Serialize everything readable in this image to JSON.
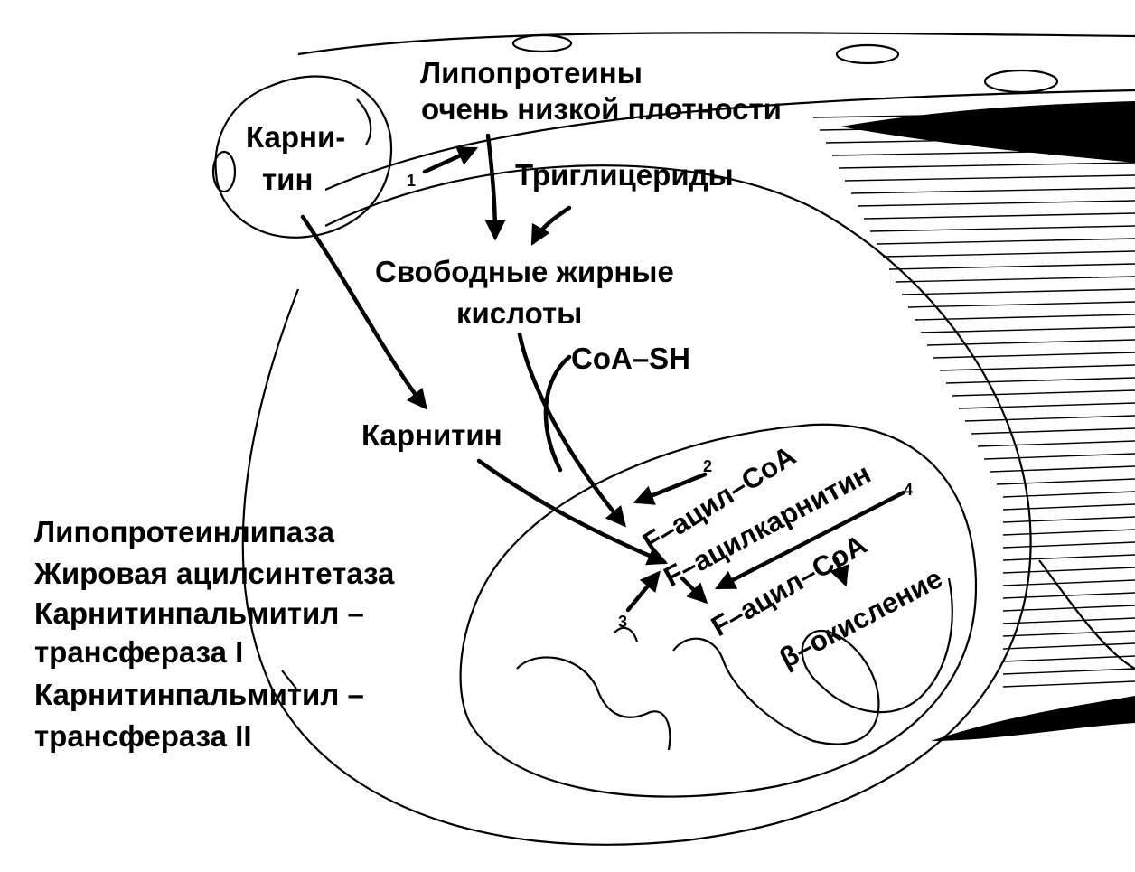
{
  "labels": {
    "vldl": [
      "Липопротеины",
      "очень низкой плотности"
    ],
    "carnitine_top": [
      "Карни-",
      "тин"
    ],
    "triglycerides": "Триглицериды",
    "ffa": [
      "Свободные жирные",
      "кислоты"
    ],
    "coash": "CoA–SH",
    "carnitine_mid": "Карнитин",
    "acylcoa_outer": "F–ацил–CoA",
    "acylcarnitine": "F–ацилкарнитин",
    "acylcoa_inner": "F–ацил–CoA",
    "beta_ox": "β–окисление"
  },
  "numbers": [
    "1",
    "2",
    "3",
    "4"
  ],
  "legend": [
    "Липопротеинлипаза",
    "Жировая ацилсинтетаза",
    "Карнитинпальмитил –",
    "трансфераза I",
    "Карнитинпальмитил –",
    "трансфераза II"
  ]
}
